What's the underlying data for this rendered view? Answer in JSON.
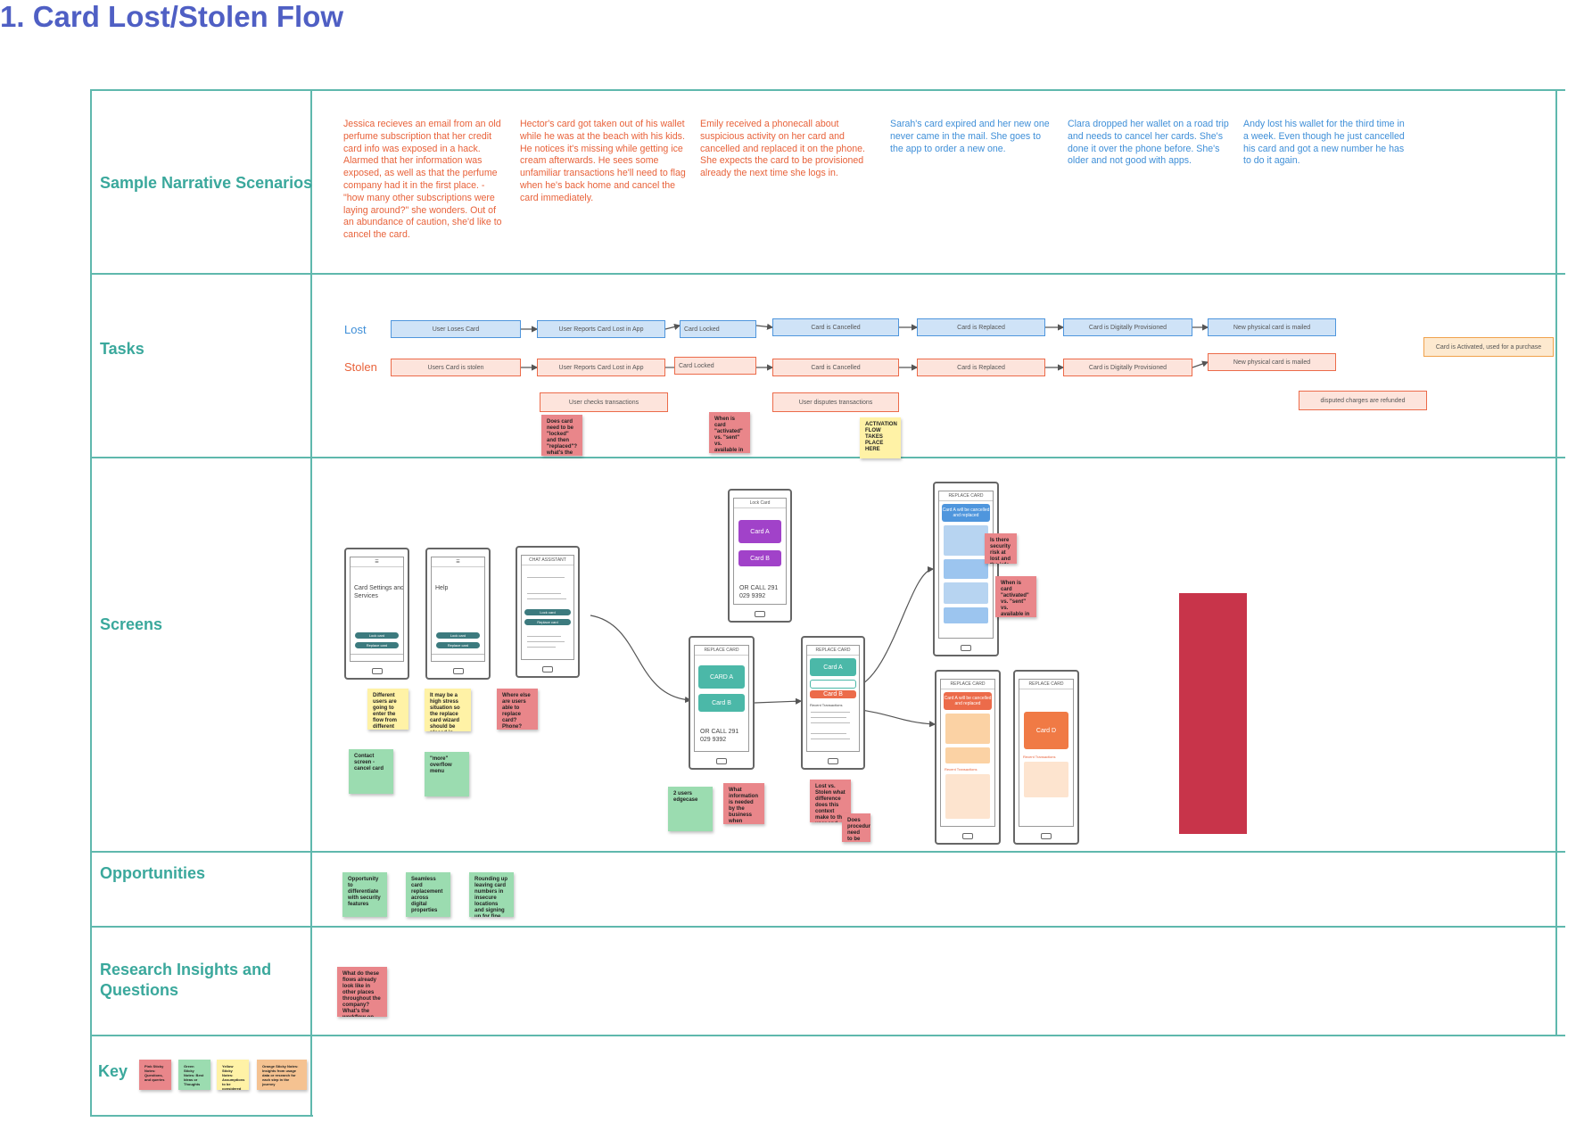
{
  "title": "1. Card Lost/Stolen Flow",
  "rows": {
    "scenarios": "Sample Narrative Scenarios",
    "tasks": "Tasks",
    "screens": "Screens",
    "opportunities": "Opportunities",
    "research": "Research Insights and Questions",
    "key": "Key"
  },
  "scenarios": [
    {
      "text": "Jessica recieves an email from an old perfume subscription that her credit card info was exposed in a hack. Alarmed that her information was exposed, as well as that the perfume company had it in the first place. - \"how many other subscriptions were laying around?\" she wonders. Out of an abundance of caution, she'd like to cancel the card.",
      "color": "#e8623a"
    },
    {
      "text": "Hector's card got taken out of his wallet while he was at the beach with his kids. He notices it's missing while getting ice cream afterwards. He sees some unfamiliar transactions he'll need to flag when he's back home and cancel the card immediately.",
      "color": "#e8623a"
    },
    {
      "text": "Emily received a phonecall about suspicious activity on her card and cancelled and replaced it on the phone. She expects the card to be provisioned already the next time she logs in.",
      "color": "#e8623a"
    },
    {
      "text": "Sarah's card expired and her new one never came in the mail. She goes to the app to order a new one.",
      "color": "#3f8fd8"
    },
    {
      "text": "Clara dropped her wallet on a road trip and needs to cancel her cards. She's done it over the phone before. She's older and not good with apps.",
      "color": "#3f8fd8"
    },
    {
      "text": "Andy lost his wallet for the third time in a week. Even though he just cancelled his card and got a new number he has to do it again.",
      "color": "#3f8fd8"
    }
  ],
  "tasks": {
    "lost_label": "Lost",
    "stolen_label": "Stolen",
    "lost": [
      "User Loses Card",
      "User Reports Card Lost in App",
      "Card Locked",
      "Card is Cancelled",
      "Card is Replaced",
      "Card is Digitally Provisioned",
      "New physical card is mailed"
    ],
    "stolen": [
      "Users Card is stolen",
      "User Reports Card Lost in App",
      "Card Locked",
      "Card is Cancelled",
      "Card is Replaced",
      "Card is Digitally Provisioned",
      "New physical card is mailed"
    ],
    "activated": "Card is Activated, used for a purchase",
    "extra": [
      "User checks transactions",
      "User disputes transactions",
      "disputed charges are refunded"
    ]
  },
  "task_stickies": [
    {
      "text": "Does card need to be \"locked\" and then \"replaced\"? what's the schema",
      "color": "red"
    },
    {
      "text": "When is card \"activated\" vs. \"sent\" vs. available in wallet?",
      "color": "red"
    },
    {
      "text": "ACTIVATION FLOW TAKES PLACE HERE",
      "color": "yellow"
    }
  ],
  "screens": {
    "phones": [
      {
        "title": "Card Settings and Services",
        "buttons": [
          "Lock card",
          "Replace card"
        ]
      },
      {
        "title": "Help",
        "buttons": [
          "Lock card",
          "Replace card"
        ]
      },
      {
        "header": "CHAT ASSISTANT",
        "buttons": [
          "Lock card",
          "Replace card"
        ]
      },
      {
        "header": "Lock Card",
        "cards": [
          "Card A",
          "Card B"
        ],
        "footer": "OR CALL 291 029 9392"
      },
      {
        "header": "REPLACE CARD",
        "cards": [
          "CARD A",
          "Card B"
        ],
        "footer": "OR CALL 291 029 9392"
      },
      {
        "header": "REPLACE CARD",
        "cards": [
          "Card A",
          "Card B"
        ],
        "section": "Recent Transactions"
      },
      {
        "header": "REPLACE CARD",
        "cards": [
          "Card A will be cancelled and replaced"
        ]
      },
      {
        "header": "REPLACE CARD",
        "cards": [
          "Card A will be cancelled and replaced"
        ],
        "section": "Recent Transactions"
      },
      {
        "header": "REPLACE CARD",
        "cards": [
          "Card D"
        ],
        "section": "Recent Transactions"
      }
    ],
    "stickies": [
      {
        "text": "Different users are going to enter the flow from different points in the app",
        "color": "yellow"
      },
      {
        "text": "It may be a high stress situation so the replace card wizard should be placed in multiple redundant locations",
        "color": "yellow"
      },
      {
        "text": "Where else are users able to replace card? Phone? Chat?",
        "color": "red"
      },
      {
        "text": "Contact screen - cancel card",
        "color": "green"
      },
      {
        "text": "\"more\" overflow menu",
        "color": "green"
      },
      {
        "text": "2 users edgecase",
        "color": "green"
      },
      {
        "text": "What information is needed by the business when replacing a card",
        "color": "red"
      },
      {
        "text": "Lost vs. Stolen what difference does this context make to the user and the business?",
        "color": "red"
      },
      {
        "text": "Does procedure need to be different for stolen card",
        "color": "red"
      },
      {
        "text": "Is there security risk at lost and the info be available to user",
        "color": "red"
      },
      {
        "text": "When is card \"activated\" vs. \"sent\" vs. available in wallet?",
        "color": "red"
      }
    ],
    "red_block_color": "#c8344a"
  },
  "opportunities": [
    {
      "text": "Opportunity to differentiate with security features",
      "color": "green"
    },
    {
      "text": "Seamless card replacement across digital properties",
      "color": "green"
    },
    {
      "text": "Rounding up leaving card numbers in insecure locations and signing up for fine more subscriptions",
      "color": "green"
    }
  ],
  "research": [
    {
      "text": "What do these flows already look like in other places throughout the company? What's the workflow on tele phone/web",
      "color": "red"
    }
  ],
  "key": [
    {
      "text": "Pink Sticky Notes: Questions, and queries",
      "color": "red"
    },
    {
      "text": "Green Sticky Notes: Best Ideas or Thoughts",
      "color": "green"
    },
    {
      "text": "Yellow Sticky Notes: Assumptions to be considered",
      "color": "yellow"
    },
    {
      "text": "Orange Sticky Notes: Insights from usage data or research for each step in the journey",
      "color": "orange"
    }
  ]
}
